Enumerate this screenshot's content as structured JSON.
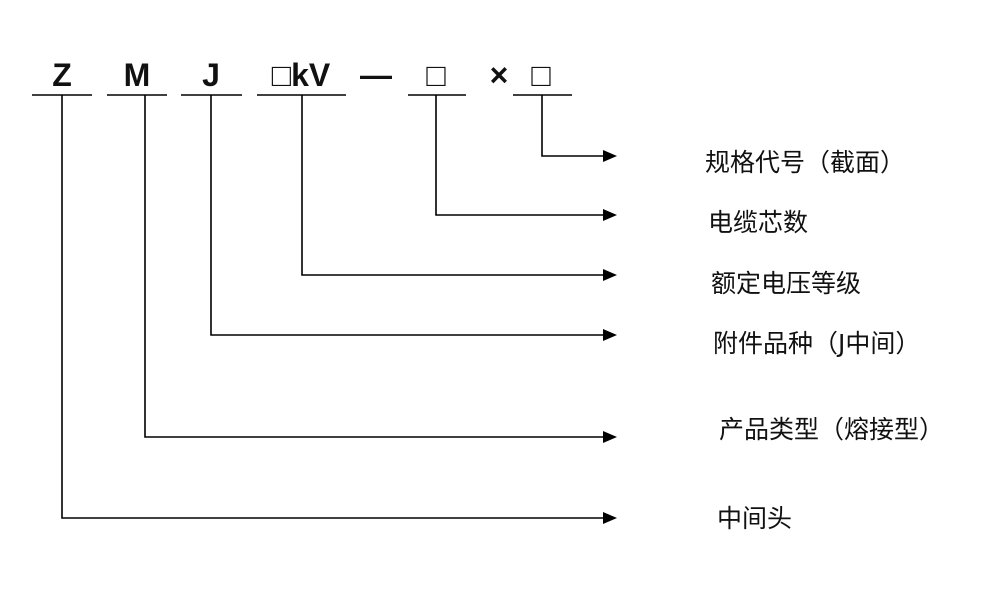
{
  "code": {
    "z": "Z",
    "m": "M",
    "j": "J",
    "kv": "□kV",
    "dash": "—",
    "cores": "□",
    "times": "×",
    "section": "□"
  },
  "labels": {
    "spec": "规格代号（截面）",
    "cores": "电缆芯数",
    "voltage": "额定电压等级",
    "accessory": "附件品种（J中间）",
    "product_type": "产品类型（熔接型）",
    "joint": "中间头"
  }
}
